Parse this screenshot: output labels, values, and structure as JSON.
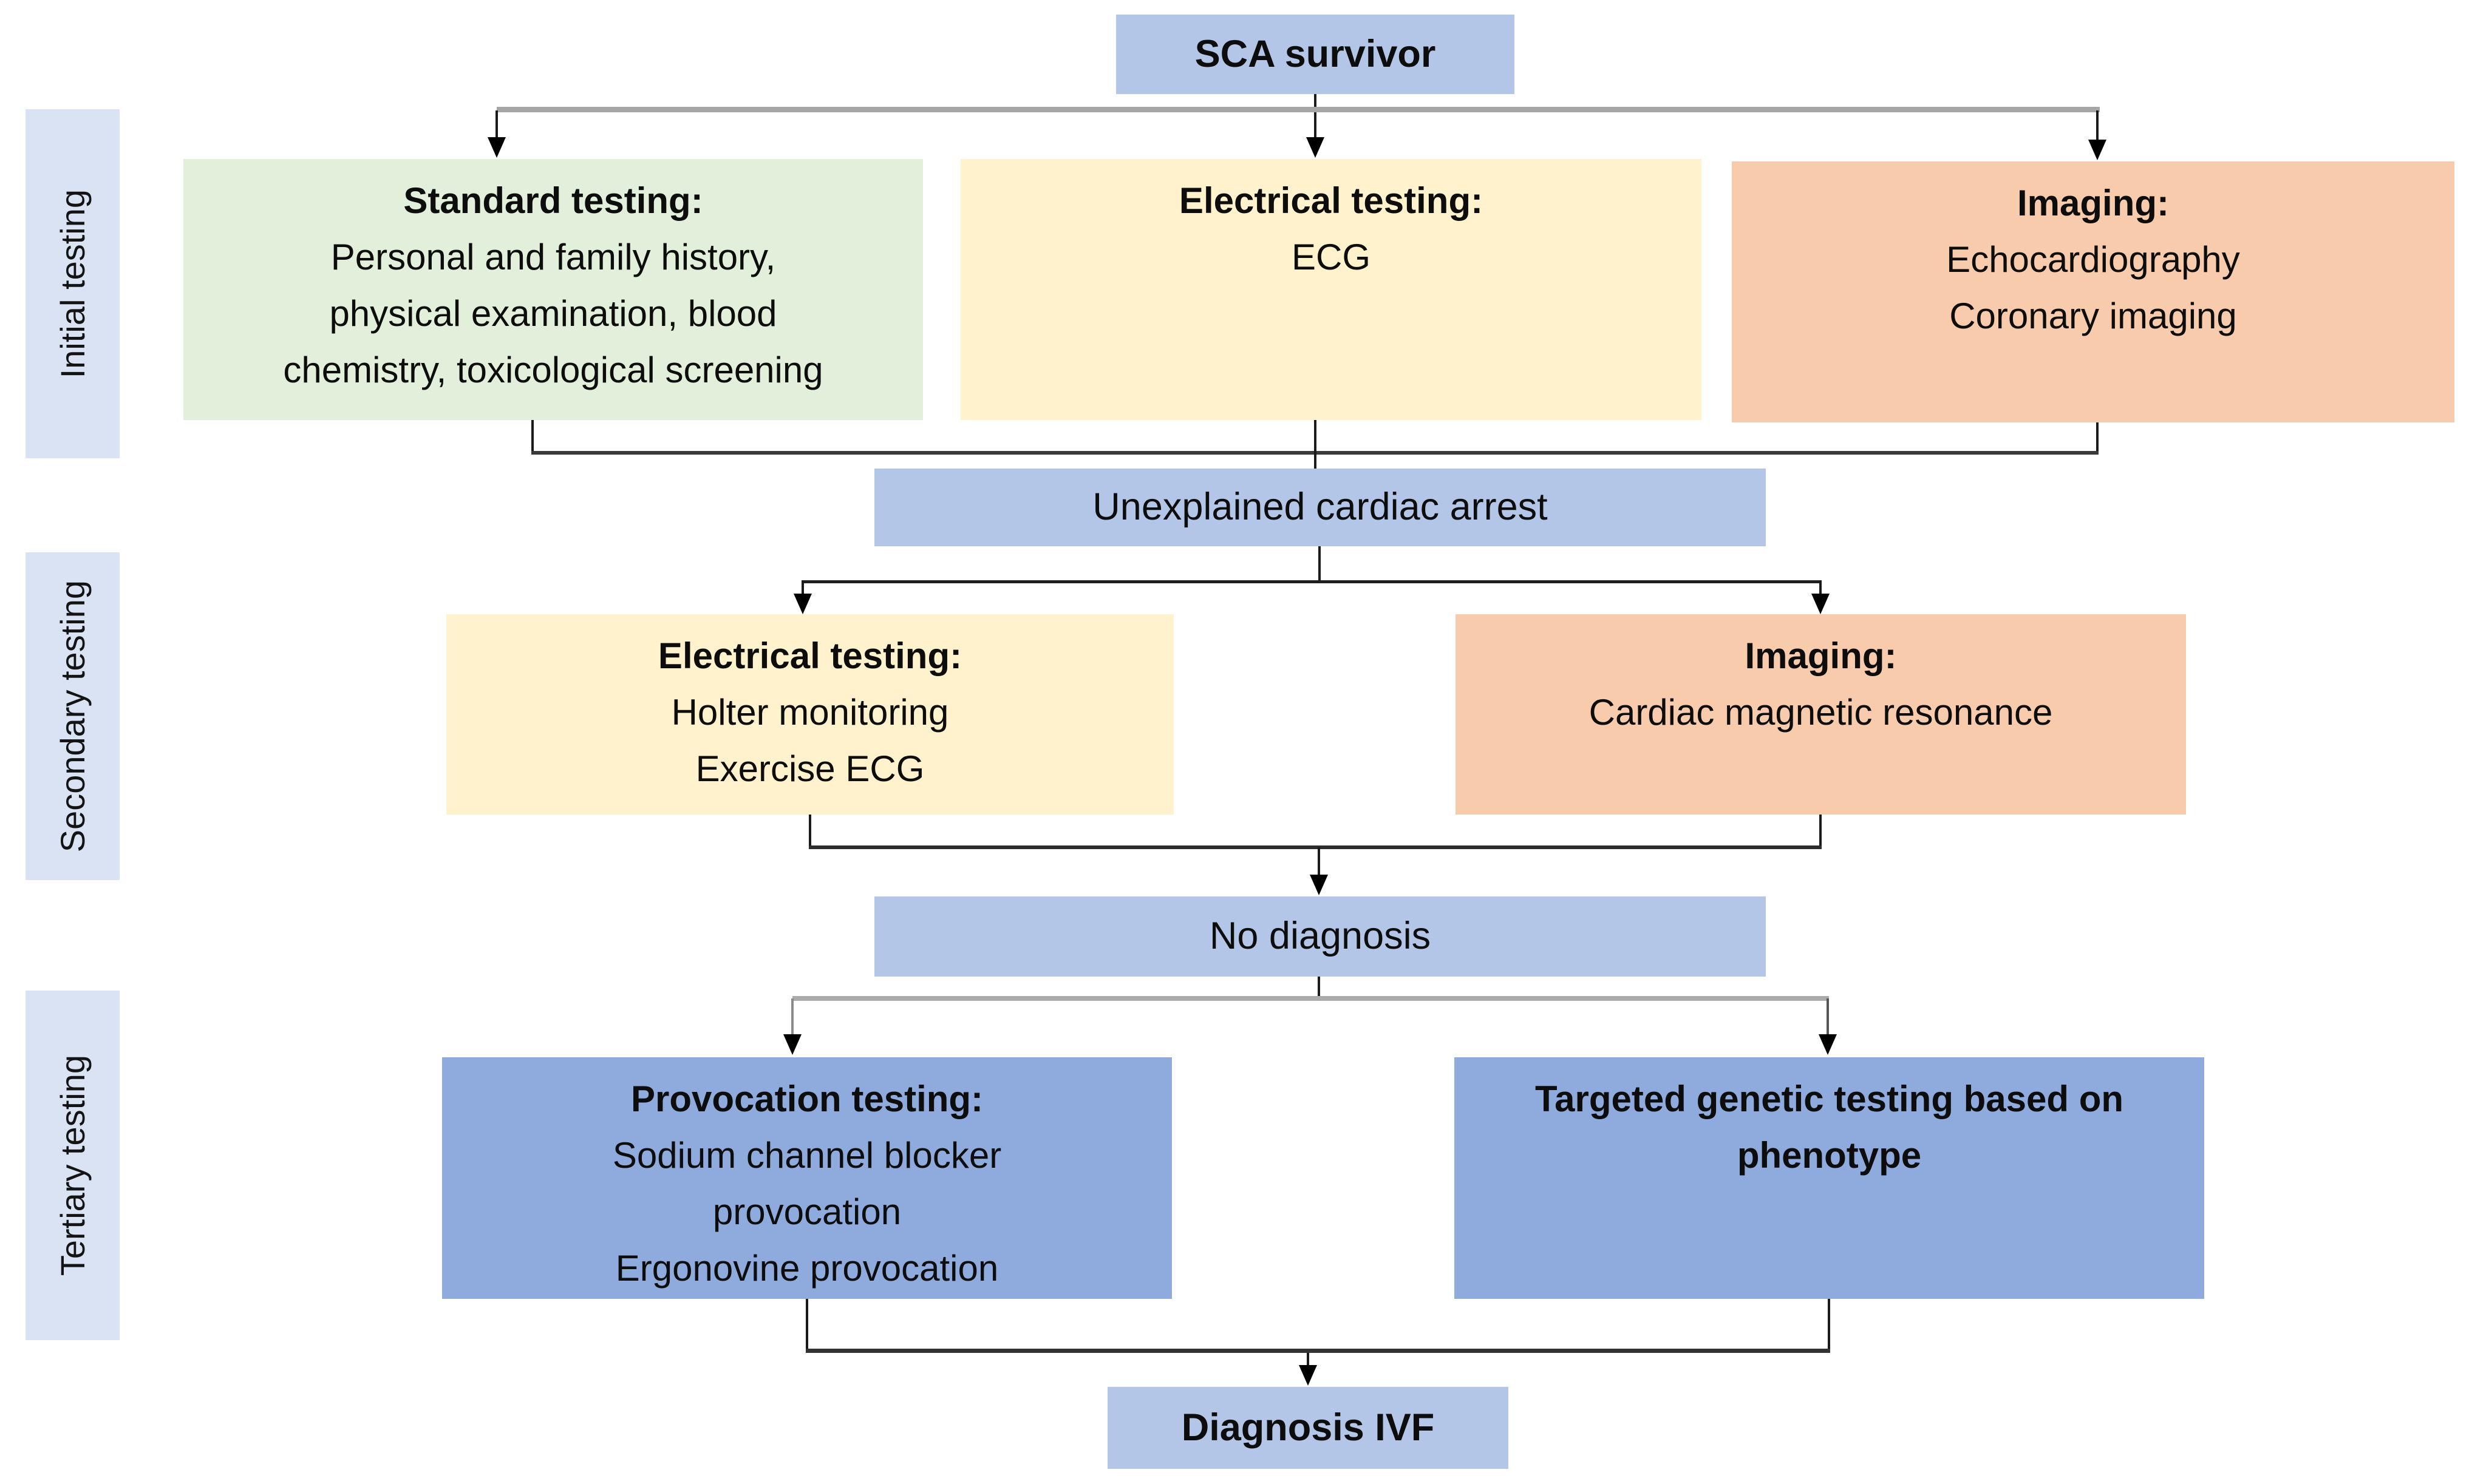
{
  "side_labels": {
    "initial": "Initial testing",
    "secondary": "Secondary testing",
    "tertiary": "Tertiary testing"
  },
  "nodes": {
    "sca": {
      "label": "SCA survivor"
    },
    "standard": {
      "title": "Standard testing:",
      "lines": [
        "Personal and family history,",
        "physical examination, blood",
        "chemistry, toxicological screening"
      ]
    },
    "electrical_initial": {
      "title": "Electrical testing:",
      "lines": [
        "ECG"
      ]
    },
    "imaging_initial": {
      "title": "Imaging:",
      "lines": [
        "Echocardiography",
        "Coronary imaging"
      ]
    },
    "unexplained": {
      "label": "Unexplained cardiac arrest"
    },
    "electrical_secondary": {
      "title": "Electrical testing:",
      "lines": [
        "Holter monitoring",
        "Exercise ECG"
      ]
    },
    "imaging_secondary": {
      "title": "Imaging:",
      "lines": [
        "Cardiac magnetic resonance"
      ]
    },
    "no_diagnosis": {
      "label": "No diagnosis"
    },
    "provocation": {
      "title": "Provocation testing:",
      "lines": [
        "Sodium channel blocker",
        "provocation",
        "Ergonovine provocation"
      ]
    },
    "genetic": {
      "title_lines": [
        "Targeted genetic testing based on",
        "phenotype"
      ]
    },
    "diagnosis": {
      "label": "Diagnosis IVF"
    }
  },
  "colors": {
    "band_box": "#b4c6e7",
    "side_label_box": "#dae3f3",
    "standard_green": "#e2efda",
    "electrical_yellow": "#fff2cc",
    "imaging_orange": "#f8cbad",
    "tertiary_blue": "#8faadc",
    "connector_dark": "#3a3a3a",
    "connector_light_gray": "#a6a6a6",
    "text": "#0d0d0d"
  }
}
